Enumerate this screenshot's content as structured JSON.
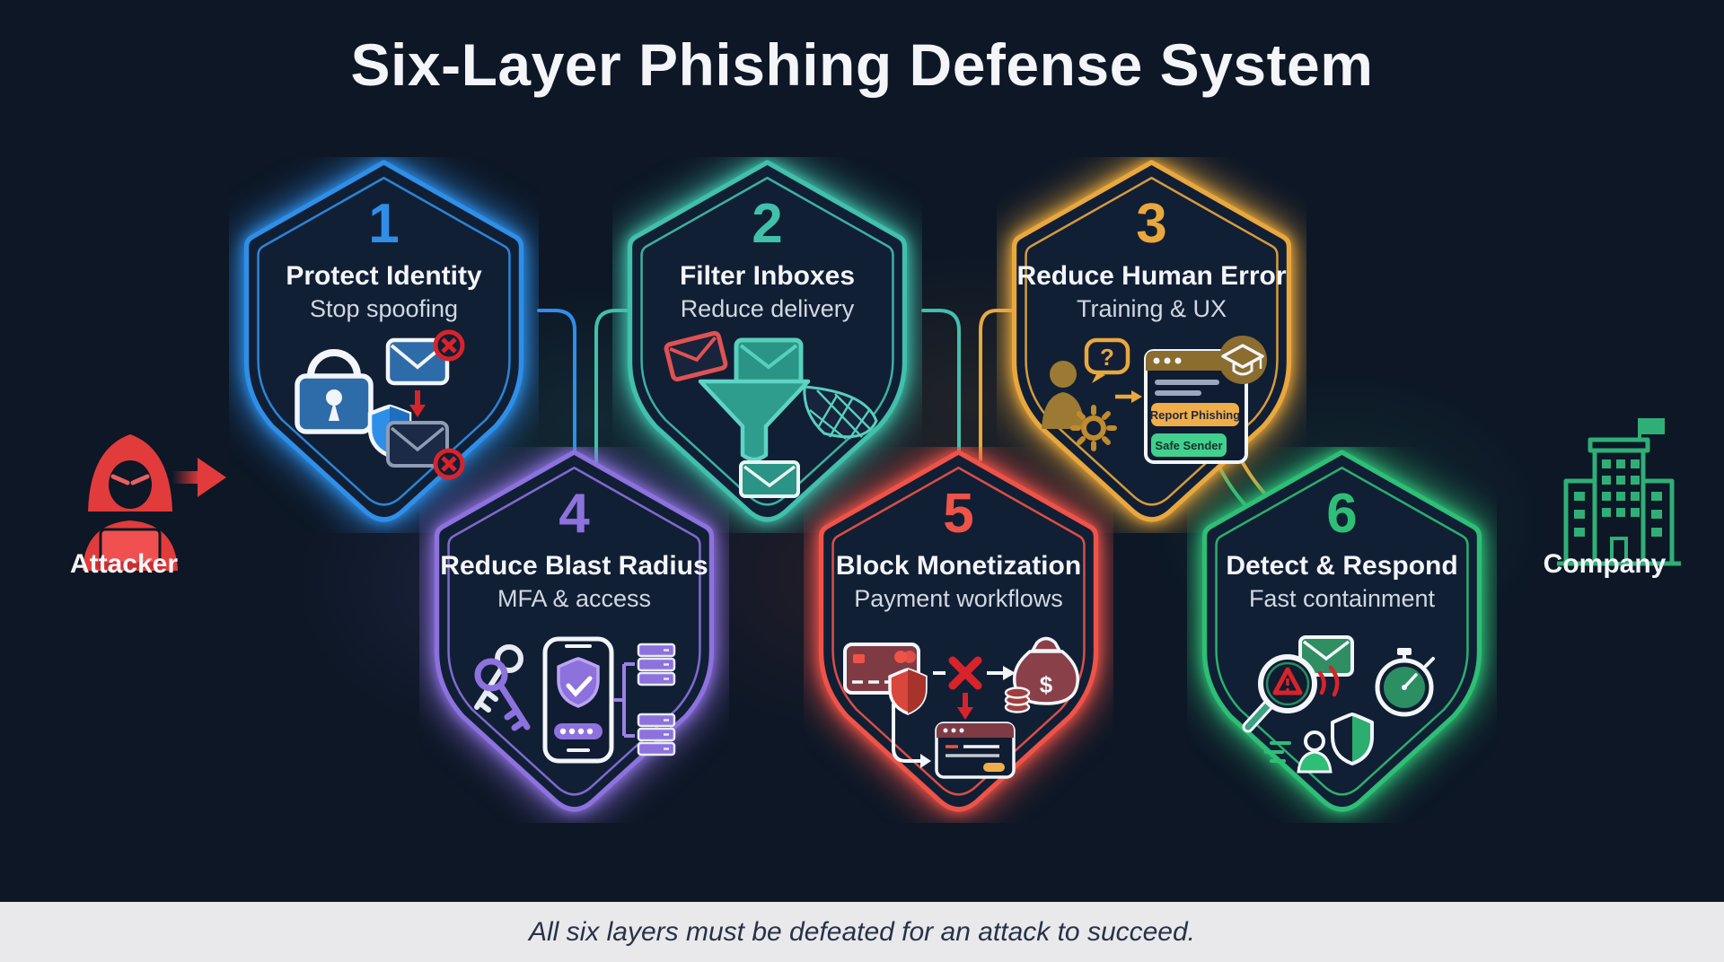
{
  "title": "Six-Layer Phishing Defense System",
  "shields": [
    {
      "number": "1",
      "title": "Protect Identity",
      "subtitle": "Stop spoofing",
      "color": "#2f8fe8",
      "icons": [
        "lock-icon",
        "shield-check-icon",
        "blocked-email-icon",
        "spoofed-email-icon",
        "down-arrow-icon"
      ]
    },
    {
      "number": "2",
      "title": "Filter Inboxes",
      "subtitle": "Reduce delivery",
      "color": "#41c0ac",
      "icons": [
        "spam-email-icon",
        "email-icon",
        "filter-funnel-icon",
        "net-icon",
        "clean-email-icon"
      ]
    },
    {
      "number": "3",
      "title": "Reduce Human Error",
      "subtitle": "Training & UX",
      "color": "#e9a83e",
      "icons": [
        "user-icon",
        "question-bubble-icon",
        "gear-icon",
        "arrow-icon",
        "training-browser-icon",
        "graduation-cap-icon"
      ],
      "browser": {
        "report_button": "Report Phishing",
        "safe_button": "Safe Sender"
      }
    },
    {
      "number": "4",
      "title": "Reduce Blast Radius",
      "subtitle": "MFA & access",
      "color": "#8d72de",
      "icons": [
        "keys-icon",
        "mfa-phone-icon",
        "server-stack-icon"
      ]
    },
    {
      "number": "5",
      "title": "Block Monetization",
      "subtitle": "Payment workflows",
      "color": "#ef5348",
      "icons": [
        "credit-card-icon",
        "payment-shield-icon",
        "block-x-icon",
        "money-bag-icon",
        "coins-icon",
        "payment-form-icon",
        "curved-arrow-icon"
      ]
    },
    {
      "number": "6",
      "title": "Detect & Respond",
      "subtitle": "Fast containment",
      "color": "#2fbe76",
      "icons": [
        "magnifier-alert-icon",
        "alert-email-icon",
        "signal-arcs-icon",
        "stopwatch-icon",
        "responder-icon",
        "response-shield-icon"
      ]
    }
  ],
  "actors": {
    "attacker": {
      "label": "Attacker",
      "icon": "attacker-icon",
      "color": "#e23b3b"
    },
    "company": {
      "label": "Company",
      "icon": "company-building-icon",
      "color": "#2fae77"
    }
  },
  "footer": {
    "note": "All six layers must be defeated for an attack to succeed."
  },
  "colors": {
    "background": "#0d1726",
    "shield_fill": "#111f35",
    "footer_bg": "#e9e9ec",
    "title_text": "#f3f5f9",
    "subtitle_text": "#d2d8e2",
    "alert_red": "#d8232a"
  }
}
